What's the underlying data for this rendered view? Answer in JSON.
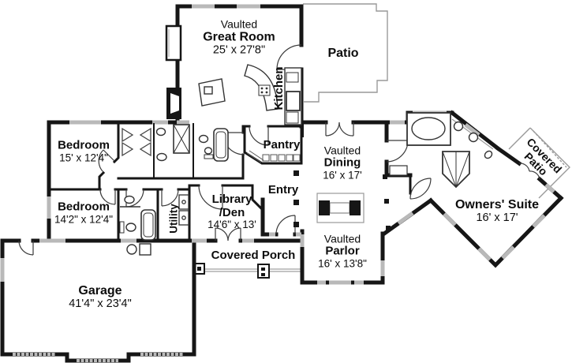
{
  "palette": {
    "wall": "#161616",
    "window": "#b9b9b9",
    "thin_line": "#444444",
    "patio_line": "#999999",
    "background": "#ffffff"
  },
  "rooms": {
    "great_room": {
      "prefix": "Vaulted",
      "name": "Great Room",
      "dims": "25' x 27'8\""
    },
    "patio": {
      "name": "Patio"
    },
    "kitchen": {
      "name": "Kitchen"
    },
    "bedroom_1": {
      "name": "Bedroom",
      "dims": "15' x 12'4\""
    },
    "bedroom_2": {
      "name": "Bedroom",
      "dims": "14'2\" x 12'4\""
    },
    "pantry": {
      "name": "Pantry"
    },
    "entry": {
      "name": "Entry"
    },
    "library": {
      "name": "Library",
      "name2": "/Den",
      "dims": "14'6\" x 13'"
    },
    "utility": {
      "name": "Utility"
    },
    "dining": {
      "prefix": "Vaulted",
      "name": "Dining",
      "dims": "16' x 17'"
    },
    "parlor": {
      "prefix": "Vaulted",
      "name": "Parlor",
      "dims": "16' x 13'8\""
    },
    "owners_suite": {
      "name": "Owners' Suite",
      "dims": "16' x 17'"
    },
    "covered_patio": {
      "line1": "Covered",
      "line2": "Patio"
    },
    "garage": {
      "name": "Garage",
      "dims": "41'4\" x 23'4\""
    },
    "covered_porch": {
      "name": "Covered Porch"
    }
  }
}
